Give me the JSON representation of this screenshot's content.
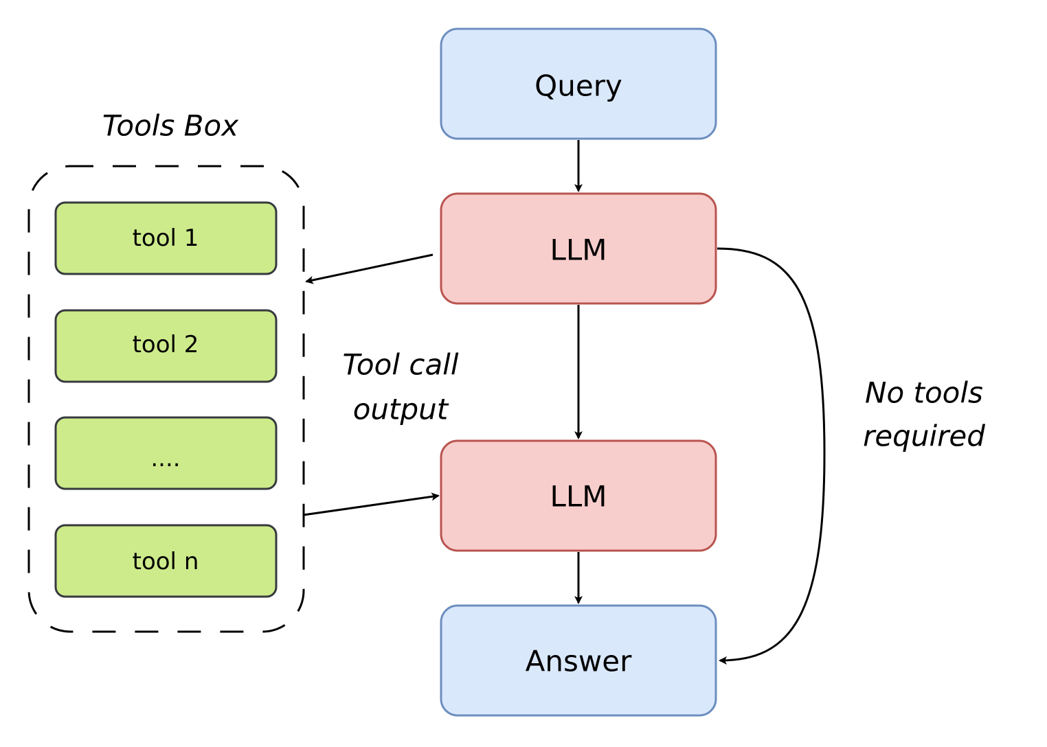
{
  "diagram": {
    "query": {
      "label": "Query"
    },
    "llm_first": {
      "label": "LLM"
    },
    "llm_second": {
      "label": "LLM"
    },
    "answer": {
      "label": "Answer"
    },
    "tools_box": {
      "title": "Tools Box",
      "tools": [
        "tool 1",
        "tool 2",
        "....",
        "tool n"
      ]
    },
    "edge_labels": {
      "tool_call_output": [
        "Tool call",
        "output"
      ],
      "no_tools_required": [
        "No tools",
        "required"
      ]
    }
  },
  "colors": {
    "blue_fill": "#dae8fc",
    "blue_stroke": "#6c8ebf",
    "red_fill": "#f8cecc",
    "red_stroke": "#b85450",
    "green_fill": "#cdeb8b",
    "green_stroke": "#36393d"
  }
}
